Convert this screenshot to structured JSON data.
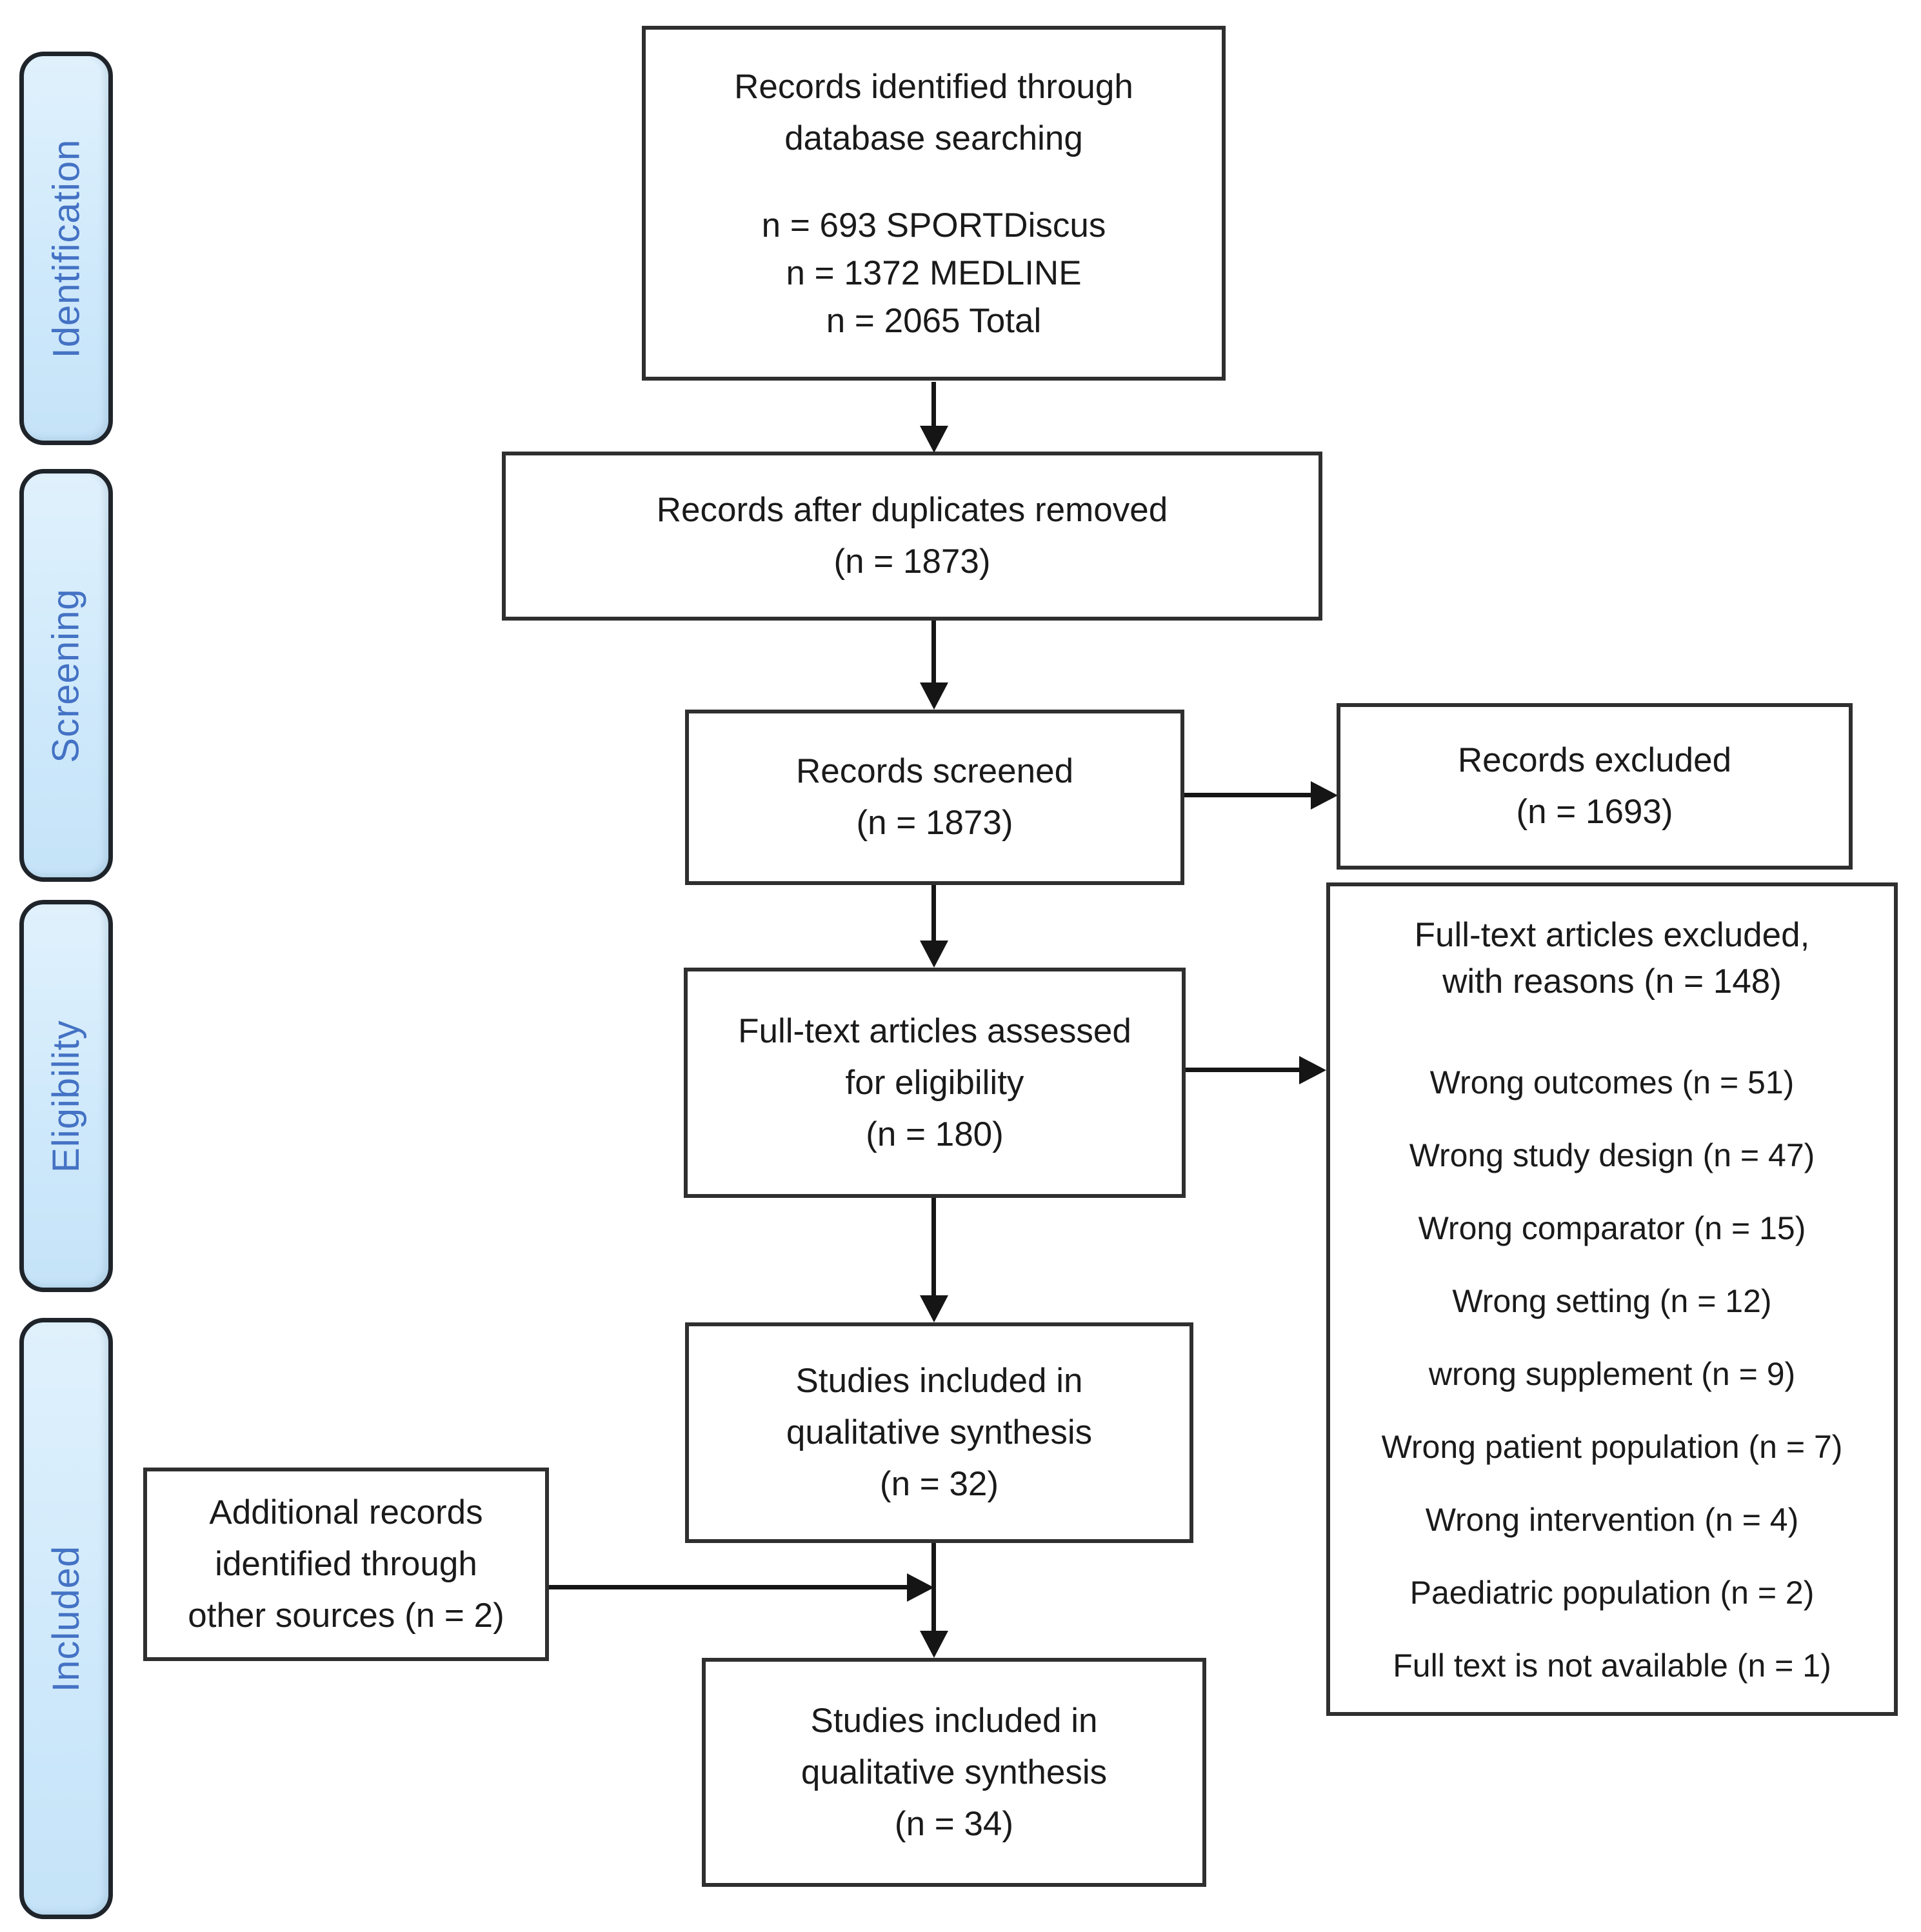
{
  "palette": {
    "background": "#ffffff",
    "box_border": "#2f2f2f",
    "box_text": "#1a1a1a",
    "arrow": "#151515",
    "sidebar_fill": "#cfe9fb",
    "sidebar_fill_light": "#e0f1fc",
    "sidebar_border": "#1e242a",
    "sidebar_text": "#4472c4"
  },
  "sidebar": {
    "items": [
      {
        "label": "Identification"
      },
      {
        "label": "Screening"
      },
      {
        "label": "Eligibility"
      },
      {
        "label": "Included"
      }
    ]
  },
  "flow": {
    "identified": {
      "line1": "Records identified through",
      "line2": "database searching",
      "counts": [
        "n = 693 SPORTDiscus",
        "n = 1372 MEDLINE",
        "n = 2065 Total"
      ]
    },
    "duplicates": {
      "line1": "Records after duplicates removed",
      "line2": "(n = 1873)"
    },
    "screened": {
      "line1": "Records screened",
      "line2": "(n = 1873)"
    },
    "excluded": {
      "line1": "Records excluded",
      "line2": "(n = 1693)"
    },
    "fulltext": {
      "line1": "Full-text articles assessed",
      "line2": "for eligibility",
      "line3": "(n = 180)"
    },
    "fulltext_excluded": {
      "heading_line1": "Full-text articles excluded,",
      "heading_line2": "with reasons (n = 148)",
      "reasons": [
        "Wrong outcomes (n = 51)",
        "Wrong study design (n = 47)",
        "Wrong comparator (n = 15)",
        "Wrong setting (n = 12)",
        "wrong supplement (n = 9)",
        "Wrong patient population (n = 7)",
        "Wrong intervention (n = 4)",
        "Paediatric population (n = 2)",
        "Full text is not available (n = 1)"
      ]
    },
    "studies32": {
      "line1": "Studies included in",
      "line2": "qualitative synthesis",
      "line3": "(n = 32)"
    },
    "additional": {
      "line1": "Additional records",
      "line2": "identified through",
      "line3": "other sources (n = 2)"
    },
    "studies34": {
      "line1": "Studies included in",
      "line2": "qualitative synthesis",
      "line3": "(n = 34)"
    }
  }
}
